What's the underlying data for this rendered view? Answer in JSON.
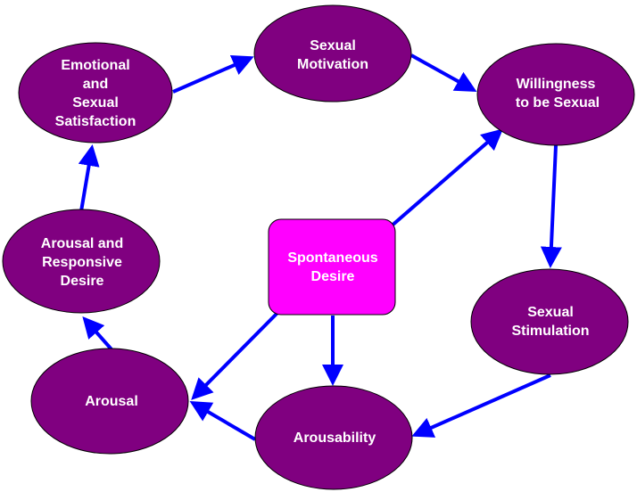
{
  "colors": {
    "node_fill": "#800080",
    "node_stroke": "#000000",
    "highlight_fill": "#ff00ff",
    "arrow": "#0000ff",
    "text": "#ffffff"
  },
  "nodes": {
    "emotional_satisfaction": {
      "lines": [
        "Emotional",
        "and",
        "Sexual",
        "Satisfaction"
      ]
    },
    "sexual_motivation": {
      "lines": [
        "Sexual",
        "Motivation"
      ]
    },
    "willingness": {
      "lines": [
        "Willingness",
        "to be Sexual"
      ]
    },
    "spontaneous_desire": {
      "lines": [
        "Spontaneous",
        "Desire"
      ]
    },
    "arousal_responsive": {
      "lines": [
        "Arousal and",
        "Responsive",
        "Desire"
      ]
    },
    "sexual_stimulation": {
      "lines": [
        "Sexual",
        "Stimulation"
      ]
    },
    "arousal": {
      "lines": [
        "Arousal"
      ]
    },
    "arousability": {
      "lines": [
        "Arousability"
      ]
    }
  },
  "edges": [
    {
      "from": "emotional_satisfaction",
      "to": "sexual_motivation"
    },
    {
      "from": "sexual_motivation",
      "to": "willingness"
    },
    {
      "from": "willingness",
      "to": "sexual_stimulation"
    },
    {
      "from": "sexual_stimulation",
      "to": "arousability"
    },
    {
      "from": "arousability",
      "to": "arousal"
    },
    {
      "from": "arousal",
      "to": "arousal_responsive"
    },
    {
      "from": "arousal_responsive",
      "to": "emotional_satisfaction"
    },
    {
      "from": "spontaneous_desire",
      "to": "willingness"
    },
    {
      "from": "spontaneous_desire",
      "to": "arousal"
    },
    {
      "from": "spontaneous_desire",
      "to": "arousability"
    }
  ]
}
